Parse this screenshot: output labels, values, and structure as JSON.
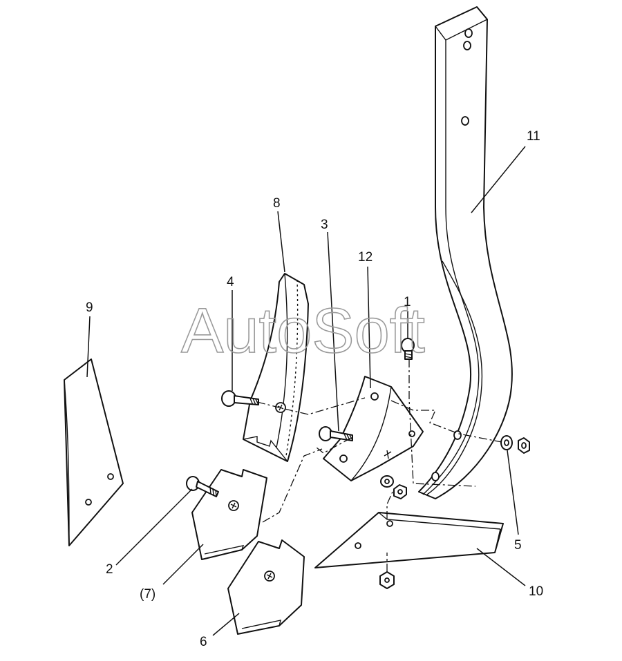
{
  "watermark": "AutoSoft",
  "callouts": {
    "l1": "1",
    "l2": "2",
    "l3": "3",
    "l4": "4",
    "l5": "5",
    "l6": "6",
    "l7": "(7)",
    "l8": "8",
    "l9": "9",
    "l10": "10",
    "l11": "11",
    "l12": "12"
  },
  "colors": {
    "line": "#111111",
    "watermark": "#9a9a9a",
    "background": "#ffffff"
  }
}
